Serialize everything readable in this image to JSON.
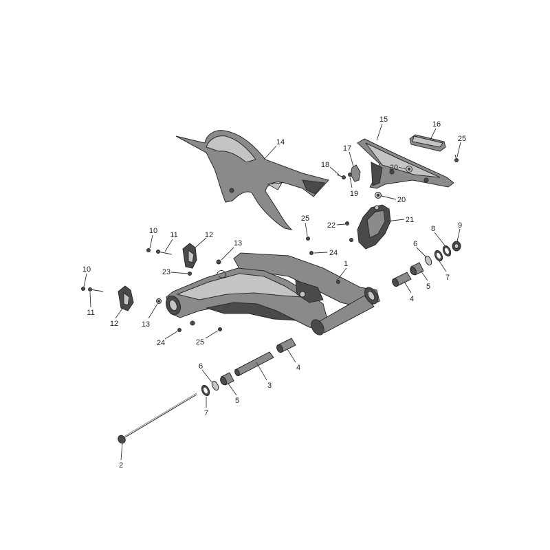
{
  "diagram": {
    "part_numbers": [
      "1",
      "2",
      "3",
      "4",
      "5",
      "6",
      "7",
      "8",
      "9",
      "10",
      "11",
      "12",
      "13",
      "14",
      "15",
      "16",
      "17",
      "18",
      "19",
      "20",
      "21",
      "22",
      "23",
      "24",
      "25"
    ]
  },
  "labels": {
    "l1": "1",
    "l2": "2",
    "l3": "3",
    "l4a": "4",
    "l4b": "4",
    "l5a": "5",
    "l5b": "5",
    "l6a": "6",
    "l6b": "6",
    "l7a": "7",
    "l7b": "7",
    "l8": "8",
    "l9": "9",
    "l10a": "10",
    "l10b": "10",
    "l11a": "11",
    "l11b": "11",
    "l12a": "12",
    "l12b": "12",
    "l13a": "13",
    "l13b": "13",
    "l14": "14",
    "l15": "15",
    "l16": "16",
    "l17": "17",
    "l18": "18",
    "l19": "19",
    "l20a": "20",
    "l20b": "20",
    "l21": "21",
    "l22": "22",
    "l23": "23",
    "l24a": "24",
    "l24b": "24",
    "l25a": "25",
    "l25b": "25",
    "l25c": "25"
  },
  "colors": {
    "part_dark": "#4a4a4a",
    "part_mid": "#8a8a8a",
    "part_light": "#c4c4c4",
    "background": "#ffffff"
  }
}
